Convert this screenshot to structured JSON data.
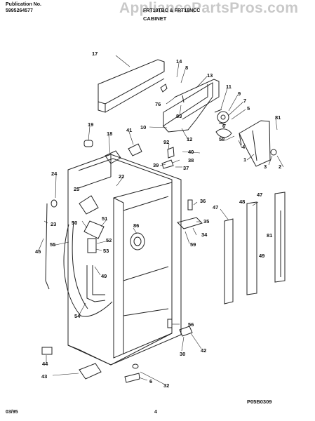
{
  "header": {
    "pub_label": "Publication No.",
    "pub_number": "5995264577",
    "model_line": "FRT18TBC & FRT18NCC",
    "section": "CABINET",
    "watermark": "AppliancePartsPros.com"
  },
  "diagram": {
    "drawing_code": "P05B0309",
    "labels": [
      "17",
      "14",
      "8",
      "13",
      "11",
      "9",
      "7",
      "5",
      "76",
      "83",
      "19",
      "18",
      "41",
      "92",
      "40",
      "58",
      "4",
      "1",
      "81",
      "3",
      "2",
      "10",
      "12",
      "6",
      "38",
      "39",
      "37",
      "24",
      "22",
      "25",
      "36",
      "47",
      "48",
      "23",
      "50",
      "51",
      "52",
      "53",
      "55",
      "45",
      "49",
      "86",
      "35",
      "34",
      "59",
      "54",
      "56",
      "30",
      "42",
      "44",
      "43",
      "32",
      "6",
      "81",
      "47",
      "49"
    ]
  },
  "footer": {
    "date": "03/95",
    "page": "4"
  }
}
